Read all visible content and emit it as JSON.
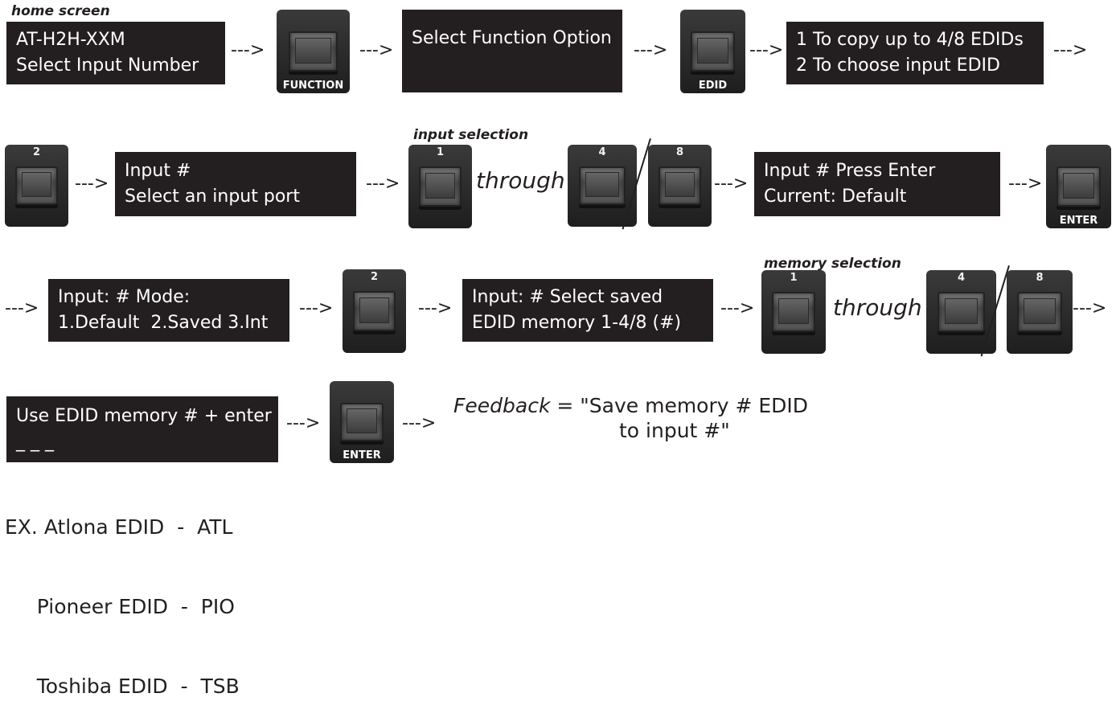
{
  "headings": {
    "home": "home screen",
    "input": "input selection",
    "memory": "memory selection"
  },
  "screens": {
    "s1": [
      "AT-H2H-XXM",
      "Select Input Number"
    ],
    "s2": [
      "Select Function Option"
    ],
    "s3": [
      "1 To copy up to 4/8 EDIDs",
      "2 To choose input EDID"
    ],
    "s4": [
      "Input #",
      "Select an input port"
    ],
    "s5": [
      "Input # Press Enter",
      "Current: Default"
    ],
    "s6": [
      "Input: # Mode:",
      "1.Default  2.Saved 3.Int"
    ],
    "s7": [
      "Input: # Select saved",
      "EDID memory 1-4/8 (#)"
    ],
    "s8": [
      "Use EDID memory # + enter",
      "_ _ _"
    ]
  },
  "keys": {
    "function": "FUNCTION",
    "edid": "EDID",
    "enter": "ENTER",
    "n1": "1",
    "n2": "2",
    "n4": "4",
    "n8": "8"
  },
  "arrow": "--->",
  "through": "through",
  "examples": {
    "lines": [
      "EX. Atlona EDID  -  ATL",
      "     Pioneer EDID  -  PIO",
      "     Toshiba EDID  -  TSB"
    ]
  },
  "feedback": {
    "label": "Feedback",
    "line1": " = \"Save memory # EDID",
    "line2": "to input #\""
  }
}
